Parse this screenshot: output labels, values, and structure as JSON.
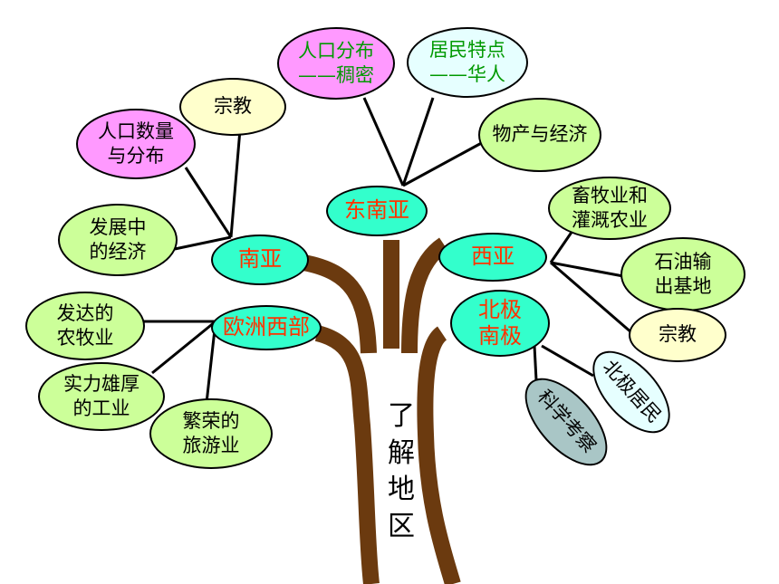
{
  "trunk": {
    "label_lines": [
      "了",
      "解",
      "地",
      "区"
    ]
  },
  "regions": {
    "southeast_asia": "东南亚",
    "south_asia": "南亚",
    "west_asia": "西亚",
    "western_europe": "欧洲西部",
    "polar": [
      "北极",
      "南极"
    ]
  },
  "topics": {
    "sea_population": [
      "人口分布",
      "——稠密"
    ],
    "sea_residents": [
      "居民特点",
      "——华人"
    ],
    "sea_economy": "物产与经济",
    "sa_religion": "宗教",
    "sa_population": [
      "人口数量",
      "与分布"
    ],
    "sa_economy": [
      "发展中",
      "的经济"
    ],
    "wa_agriculture": [
      "畜牧业和",
      "灌溉农业"
    ],
    "wa_oil": [
      "石油输",
      "出基地"
    ],
    "wa_religion": "宗教",
    "we_agriculture": [
      "发达的",
      "农牧业"
    ],
    "we_industry": [
      "实力雄厚",
      "的工业"
    ],
    "we_tourism": [
      "繁荣的",
      "旅游业"
    ],
    "polar_residents": "北极居民",
    "polar_research": "科学考察"
  },
  "colors": {
    "trunk": "#6b3a0f",
    "hub_fill": "#33ffcc",
    "hub_text": "#ff3300",
    "green_text": "#009900"
  }
}
